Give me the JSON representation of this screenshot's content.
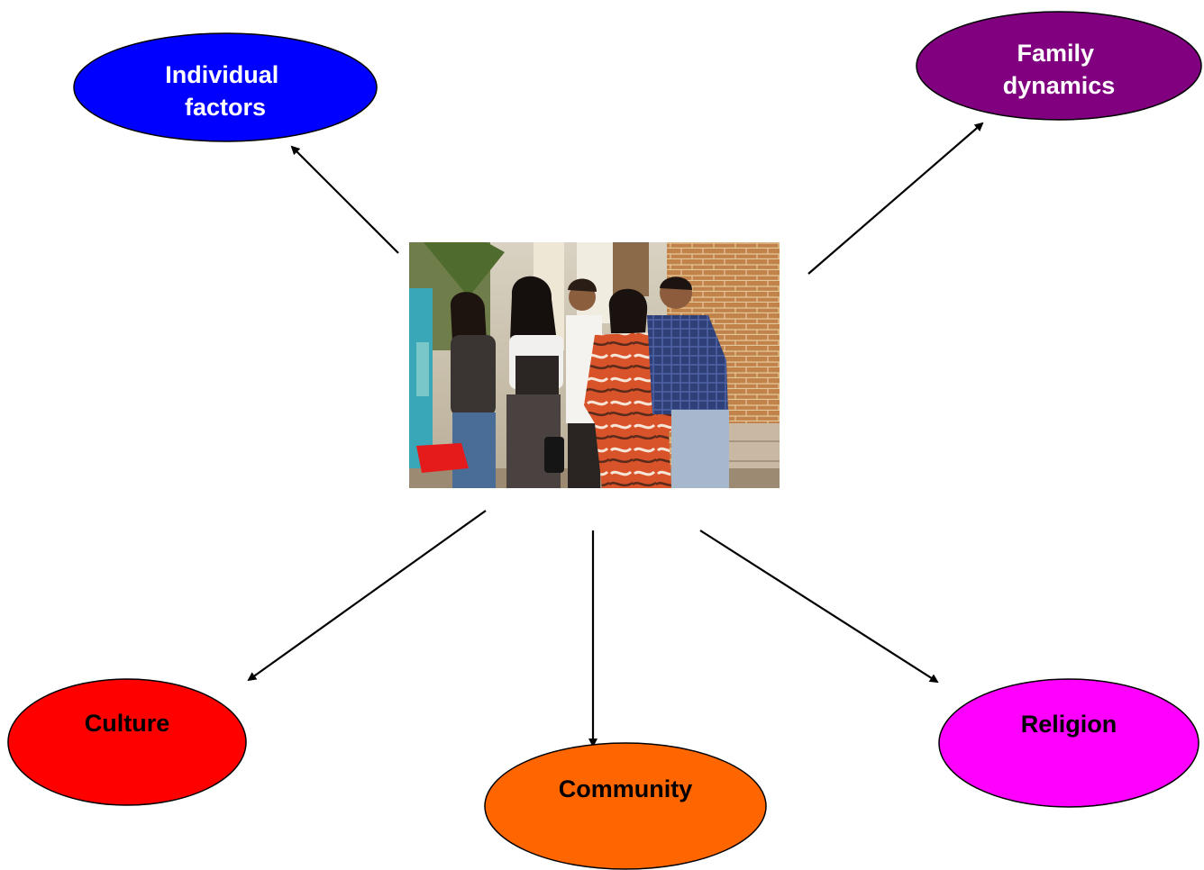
{
  "nodes": {
    "individual": {
      "lines": [
        "Individual",
        "factors"
      ],
      "color": "#0000FF",
      "text_color": "#FFFFFF"
    },
    "family": {
      "lines": [
        "Family",
        "dynamics"
      ],
      "color": "#800080",
      "text_color": "#FFFFFF"
    },
    "culture": {
      "lines": [
        "Culture"
      ],
      "color": "#FF0000",
      "text_color": "#000000"
    },
    "community": {
      "lines": [
        "Community"
      ],
      "color": "#FF6600",
      "text_color": "#000000"
    },
    "religion": {
      "lines": [
        "Religion"
      ],
      "color": "#FF00FF",
      "text_color": "#000000"
    }
  },
  "photo": {
    "subject": "family group photo"
  },
  "arrow_color": "#000000"
}
